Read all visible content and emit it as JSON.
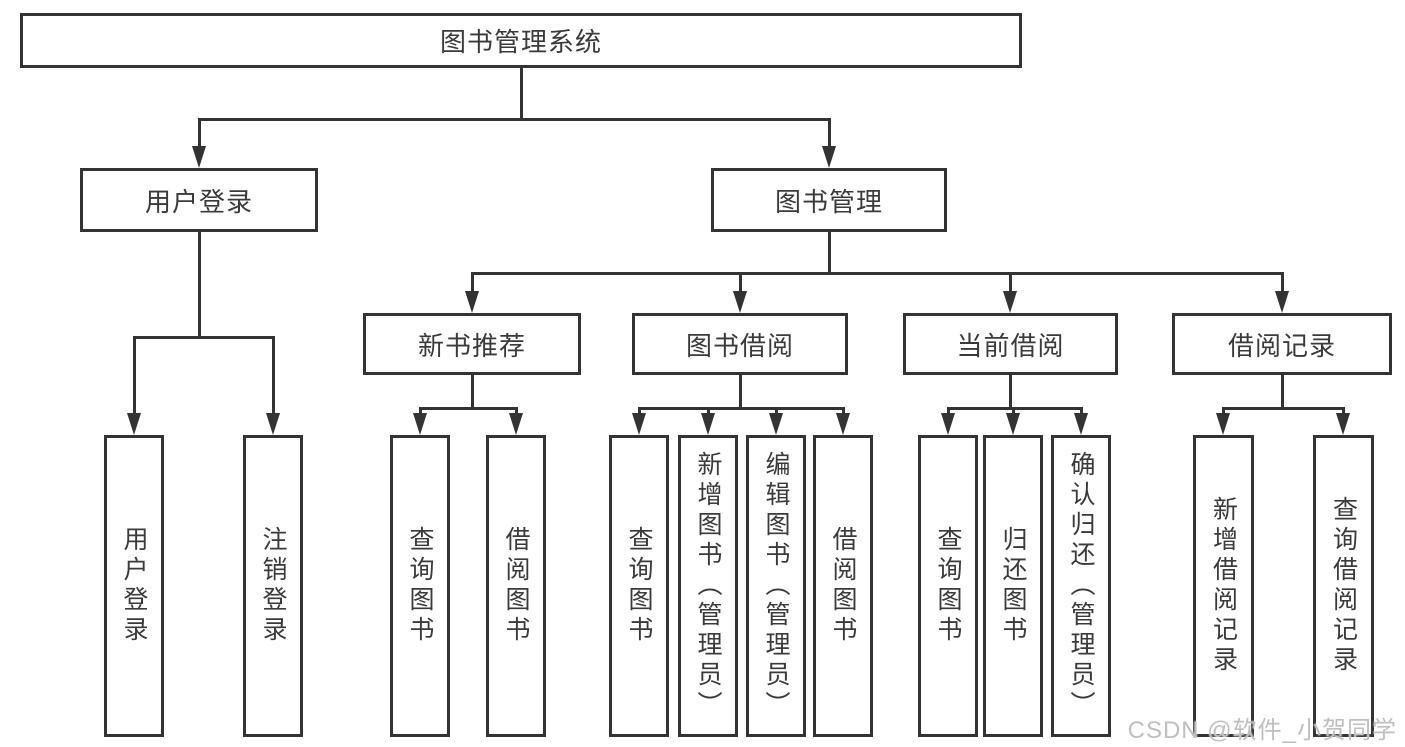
{
  "diagram_type": "hierarchy-tree",
  "colors": {
    "background": "#ffffff",
    "line": "#333333",
    "text": "#3a3a3a",
    "watermark_text": "#bfbfbf"
  },
  "tree": {
    "label": "图书管理系统",
    "children": [
      {
        "label": "用户登录",
        "children": [
          {
            "label": "用户登录"
          },
          {
            "label": "注销登录"
          }
        ]
      },
      {
        "label": "图书管理",
        "children": [
          {
            "label": "新书推荐",
            "children": [
              {
                "label": "查询图书"
              },
              {
                "label": "借阅图书"
              }
            ]
          },
          {
            "label": "图书借阅",
            "children": [
              {
                "label": "查询图书"
              },
              {
                "label": "新增图书（管理员）"
              },
              {
                "label": "编辑图书（管理员）"
              },
              {
                "label": "借阅图书"
              }
            ]
          },
          {
            "label": "当前借阅",
            "children": [
              {
                "label": "查询图书"
              },
              {
                "label": "归还图书"
              },
              {
                "label": "确认归还（管理员）"
              }
            ]
          },
          {
            "label": "借阅记录",
            "children": [
              {
                "label": "新增借阅记录"
              },
              {
                "label": "查询借阅记录"
              }
            ]
          }
        ]
      }
    ]
  },
  "watermark": {
    "text": "CSDN @软件_小贺同学"
  }
}
